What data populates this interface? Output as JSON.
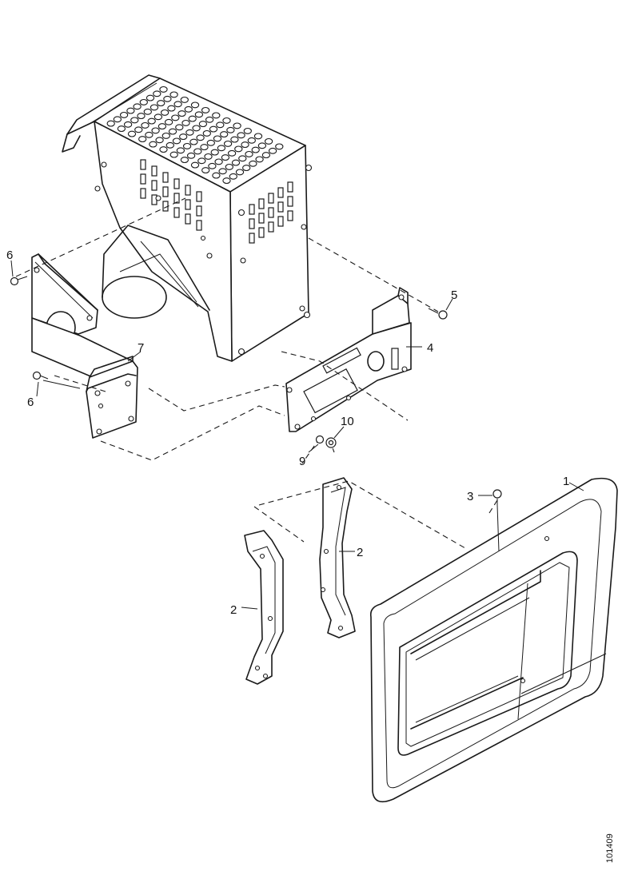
{
  "callouts": [
    {
      "id": "1",
      "label": "1"
    },
    {
      "id": "2a",
      "label": "2"
    },
    {
      "id": "2b",
      "label": "2"
    },
    {
      "id": "3",
      "label": "3"
    },
    {
      "id": "4",
      "label": "4"
    },
    {
      "id": "5",
      "label": "5"
    },
    {
      "id": "6a",
      "label": "6"
    },
    {
      "id": "6b",
      "label": "6"
    },
    {
      "id": "7",
      "label": "7"
    },
    {
      "id": "9",
      "label": "9"
    },
    {
      "id": "10",
      "label": "10"
    }
  ],
  "document_number": "101409"
}
